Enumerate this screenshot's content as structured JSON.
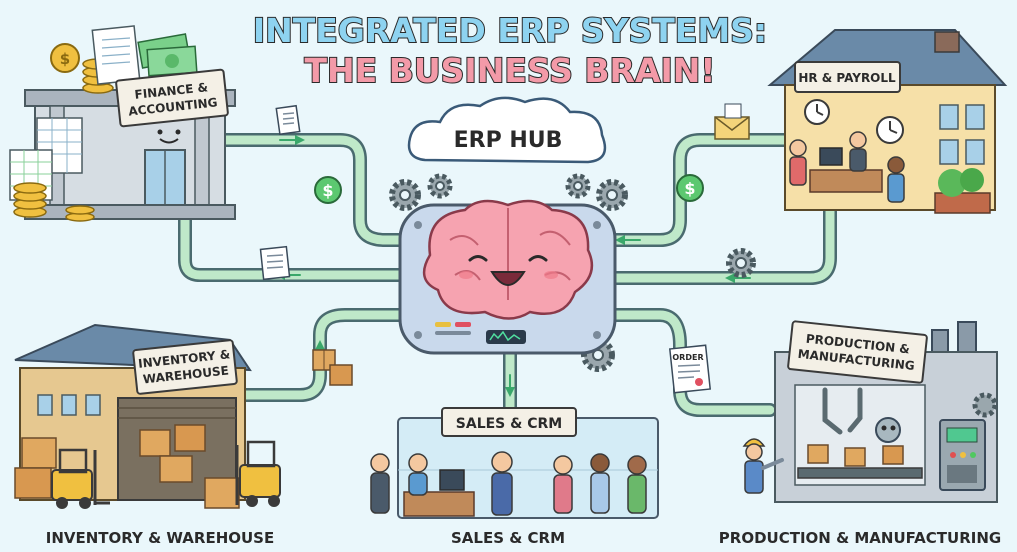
{
  "title": {
    "line1": "INTEGRATED ERP SYSTEMS:",
    "line2": "THE BUSINESS BRAIN!"
  },
  "hub": {
    "label": "ERP HUB"
  },
  "modules": {
    "finance": {
      "sign_line1": "FINANCE &",
      "sign_line2": "ACCOUNTING"
    },
    "hr": {
      "sign": "HR & PAYROLL"
    },
    "inventory": {
      "sign_line1": "INVENTORY &",
      "sign_line2": "WAREHOUSE",
      "caption": "INVENTORY & WAREHOUSE"
    },
    "sales": {
      "sign": "SALES & CRM",
      "caption": "SALES & CRM"
    },
    "production": {
      "sign_line1": "PRODUCTION &",
      "sign_line2": "MANUFACTURING",
      "caption": "PRODUCTION & MANUFACTURING"
    }
  },
  "tokens": {
    "dollar": "$",
    "order_doc": "ORDER"
  },
  "colors": {
    "background": "#eaf7fb",
    "title_blue": "#8ed3f0",
    "title_pink": "#f39aa8",
    "pipe": "#bfe9c9",
    "brain": "#f6a3b0",
    "hub_body": "#c9d9ec"
  }
}
